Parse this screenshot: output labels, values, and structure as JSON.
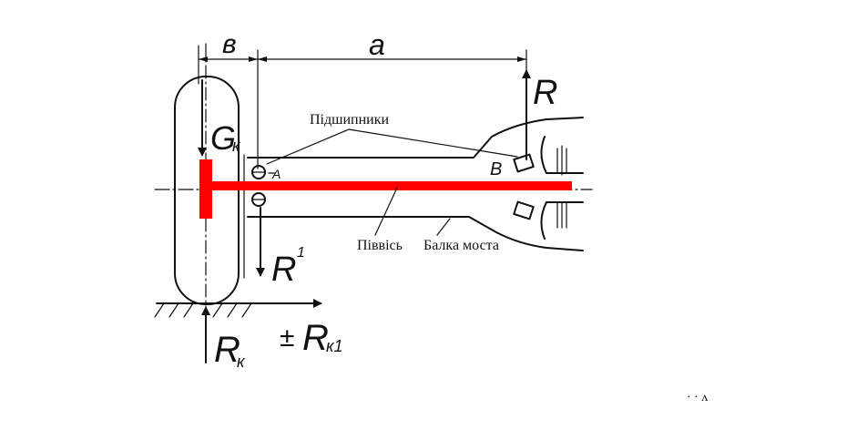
{
  "labels": {
    "b": "в",
    "a": "a",
    "R": "R",
    "G": "G",
    "G_sub": "к",
    "A": "A",
    "B": "B",
    "R1": "R",
    "R1_sup": "1",
    "Rk": "R",
    "Rk_sub": "к",
    "pm": "±",
    "Rk1": "R",
    "Rk1_sub": "к1",
    "bearings": "Підшипники",
    "halfshaft": "Піввісь",
    "beam": "Балка моста",
    "corner_mark": "· · ʌ"
  },
  "colors": {
    "ink": "#111111",
    "highlight": "#ff0000"
  }
}
